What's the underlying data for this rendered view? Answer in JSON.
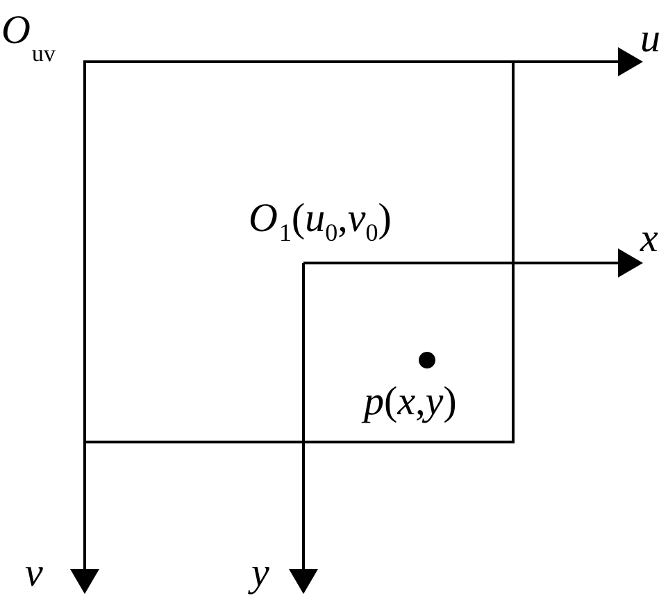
{
  "diagram": {
    "colors": {
      "stroke": "#000000",
      "background": "#ffffff"
    },
    "labels": {
      "origin_uv_main": "O",
      "origin_uv_sub": "uv",
      "axis_u": "u",
      "axis_v": "v",
      "axis_x": "x",
      "axis_y": "y",
      "o1_main": "O",
      "o1_sub": "1",
      "o1_open": "(",
      "o1_u": "u",
      "o1_u_sub": "0",
      "o1_comma": ",",
      "o1_v": "v",
      "o1_v_sub": "0",
      "o1_close": ")",
      "point_p": "p",
      "point_open": "(",
      "point_x": "x",
      "point_comma": ",",
      "point_y": "y",
      "point_close": ")"
    }
  }
}
